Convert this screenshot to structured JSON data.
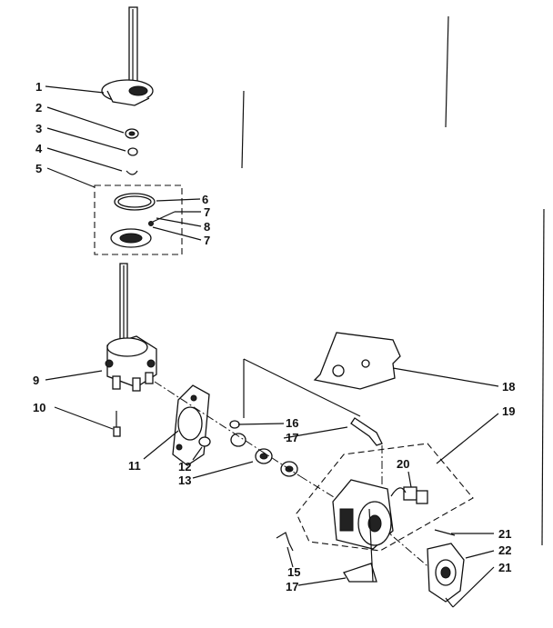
{
  "diagram": {
    "callouts": [
      {
        "id": "c1",
        "text": "1"
      },
      {
        "id": "c2",
        "text": "2"
      },
      {
        "id": "c3",
        "text": "3"
      },
      {
        "id": "c4",
        "text": "4"
      },
      {
        "id": "c5",
        "text": "5"
      },
      {
        "id": "c6",
        "text": "6"
      },
      {
        "id": "c7a",
        "text": "7"
      },
      {
        "id": "c8",
        "text": "8"
      },
      {
        "id": "c7b",
        "text": "7"
      },
      {
        "id": "c9",
        "text": "9"
      },
      {
        "id": "c10",
        "text": "10"
      },
      {
        "id": "c11",
        "text": "11"
      },
      {
        "id": "c12",
        "text": "12"
      },
      {
        "id": "c13",
        "text": "13"
      },
      {
        "id": "c16",
        "text": "16"
      },
      {
        "id": "c17a",
        "text": "17"
      },
      {
        "id": "c18",
        "text": "18"
      },
      {
        "id": "c19",
        "text": "19"
      },
      {
        "id": "c20",
        "text": "20"
      },
      {
        "id": "c21a",
        "text": "21"
      },
      {
        "id": "c22",
        "text": "22"
      },
      {
        "id": "c21b",
        "text": "21"
      },
      {
        "id": "c15",
        "text": "15"
      },
      {
        "id": "c17b",
        "text": "17"
      }
    ]
  }
}
